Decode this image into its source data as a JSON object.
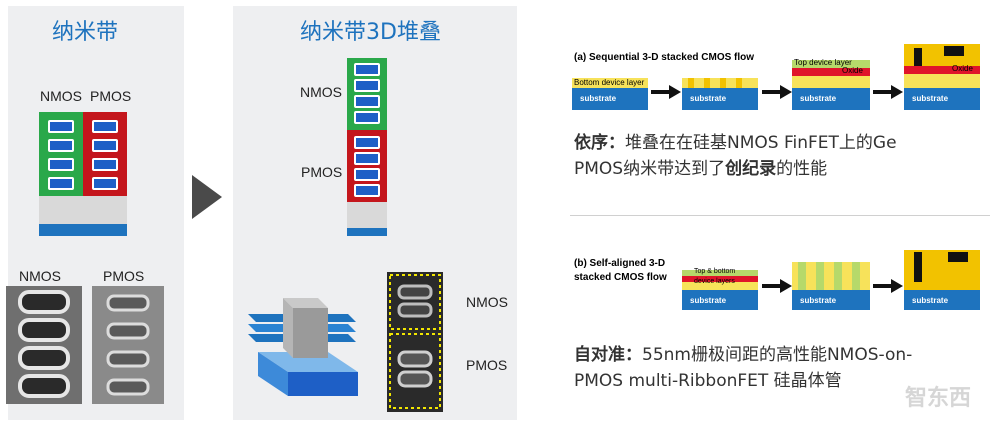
{
  "left_panel": {
    "title": "纳米带",
    "nmos_label": "NMOS",
    "pmos_label": "PMOS",
    "tem_nmos_label": "NMOS",
    "tem_pmos_label": "PMOS"
  },
  "middle_panel": {
    "title": "纳米带3D堆叠",
    "nmos_label": "NMOS",
    "pmos_label": "PMOS",
    "tem_nmos_label": "NMOS",
    "tem_pmos_label": "PMOS"
  },
  "flow_a": {
    "title": "(a) Sequential 3-D stacked CMOS flow",
    "bottom_device_label": "Bottom device layer",
    "top_device_label": "Top device layer",
    "oxide_label": "Oxide",
    "oxide_label_2": "Oxide",
    "substrate_label": "substrate"
  },
  "caption_a": {
    "prefix": "依序：",
    "text1": "堆叠在在硅基NMOS FinFET上的Ge",
    "text2": "PMOS纳米带达到了",
    "bold": "创纪录",
    "suffix": "的性能"
  },
  "flow_b": {
    "title_line1": "(b) Self-aligned 3-D",
    "title_line2": "stacked CMOS flow",
    "device_label_1": "Top & bottom",
    "device_label_2": "device layers",
    "substrate_label": "substrate"
  },
  "caption_b": {
    "prefix": "自对准：",
    "text1": "55nm栅极间距的高性能NMOS-on-",
    "text2": "PMOS multi-RibbonFET 硅晶体管"
  },
  "watermark": "智东西",
  "colors": {
    "nmos_green": "#2aa84a",
    "pmos_red": "#c4161c",
    "nanosheet_blue": "#1e5fc6",
    "title_blue": "#1e73be",
    "panel_gray": "#eeeff1"
  }
}
